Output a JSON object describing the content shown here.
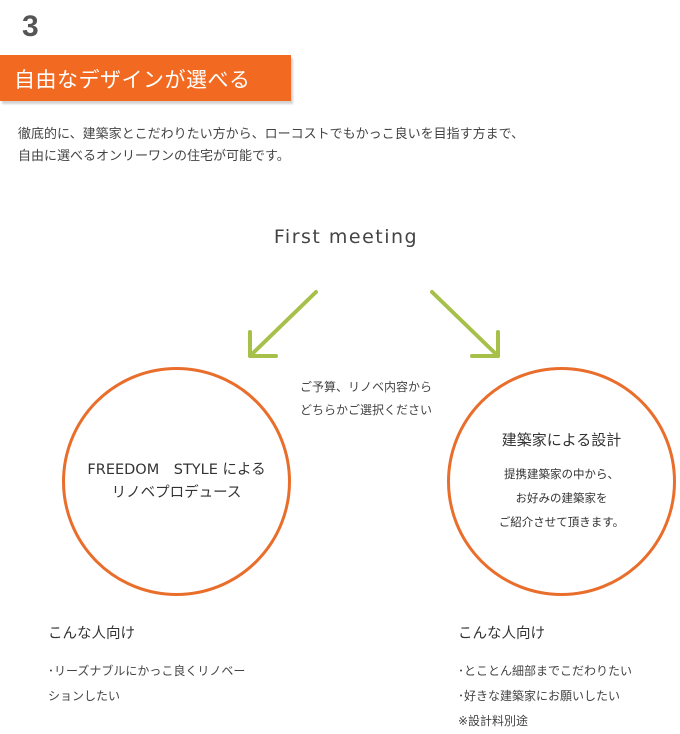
{
  "section": {
    "number": "3",
    "title": "自由なデザインが選べる",
    "intro_lines": [
      "徹底的に、建築家とこだわりたい方から、ローコストでもかっこ良いを目指す方まで、",
      "自由に選べるオンリーワンの住宅が可能です。"
    ]
  },
  "diagram": {
    "start_label": "First meeting",
    "center_note_lines": [
      "ご予算、リノベ内容から",
      "どちらかご選択ください"
    ],
    "arrow_color": "#a6c04a",
    "accent_color": "#f26a21",
    "left_option": {
      "circle_lines": [
        "FREEDOM　STYLE による",
        "リノベプロデュース"
      ],
      "target_title": "こんな人向け",
      "target_lines": [
        "･リーズナブルにかっこ良くリノベー",
        "ションしたい"
      ]
    },
    "right_option": {
      "circle_title": "建築家による設計",
      "circle_lines": [
        "提携建築家の中から、",
        "お好みの建築家を",
        "ご紹介させて頂きます。"
      ],
      "target_title": "こんな人向け",
      "target_lines": [
        "･とことん細部までこだわりたい",
        "･好きな建築家にお願いしたい",
        "※設計料別途"
      ]
    }
  }
}
